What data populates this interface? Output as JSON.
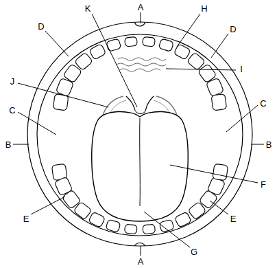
{
  "diagram": {
    "labels": [
      "A",
      "K",
      "H",
      "D",
      "D",
      "I",
      "J",
      "C",
      "C",
      "B",
      "B",
      "F",
      "E",
      "E",
      "G",
      "A"
    ]
  }
}
